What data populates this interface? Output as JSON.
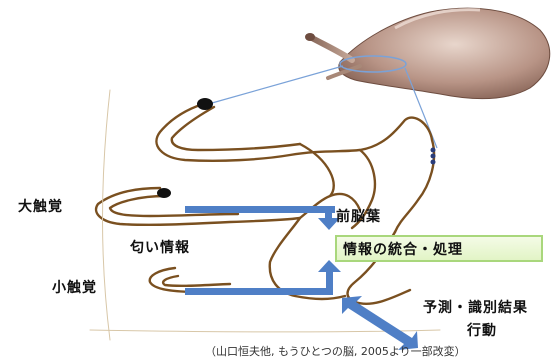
{
  "labels": {
    "large_tentacle": "大触覚",
    "small_tentacle": "小触覚",
    "odor_info": "匂い情報",
    "procerebrum": "前脳葉",
    "integration": "情報の統合・処理",
    "prediction": "予測・識別結果",
    "action": "行動"
  },
  "caption": "（山口恒夫他, もうひとつの脳, 2005より一部改変）",
  "colors": {
    "arrow": "#4f7fc6",
    "outline": "#7a5020",
    "box_fill": "#eaf7d6",
    "box_border": "#a9d77c",
    "zoom_line": "#7aa2d8"
  }
}
